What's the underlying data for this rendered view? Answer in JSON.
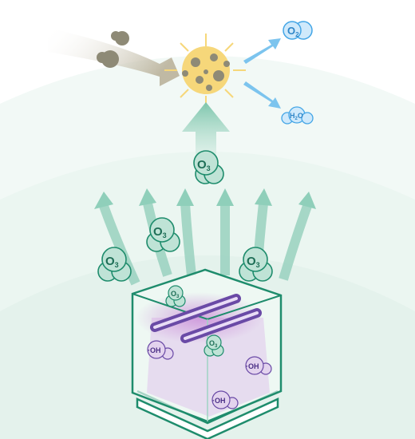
{
  "labels": {
    "o3": "O",
    "o3_sub": "3",
    "o2": "O",
    "o2_sub": "2",
    "h2o_h": "H",
    "h2o_sub": "2",
    "h2o_o": "O",
    "oh": "·OH"
  },
  "colors": {
    "background_arc": "#e6f3ef",
    "green_stroke": "#1e8c6c",
    "green_fill": "#bfe3d6",
    "green_arrow": "#8fcfba",
    "purple": "#6a4aa6",
    "purple_fill": "#e3d3ee",
    "blue": "#42a5e6",
    "blue_fill": "#cfe9fb",
    "particle": "#8e8a76",
    "burst": "#f6d77a"
  },
  "icons": [
    "uv-lamp-icon",
    "ozone-molecule-icon",
    "hydroxyl-radical-icon",
    "oxygen-molecule-icon",
    "water-molecule-icon",
    "pollutant-particle-icon"
  ]
}
